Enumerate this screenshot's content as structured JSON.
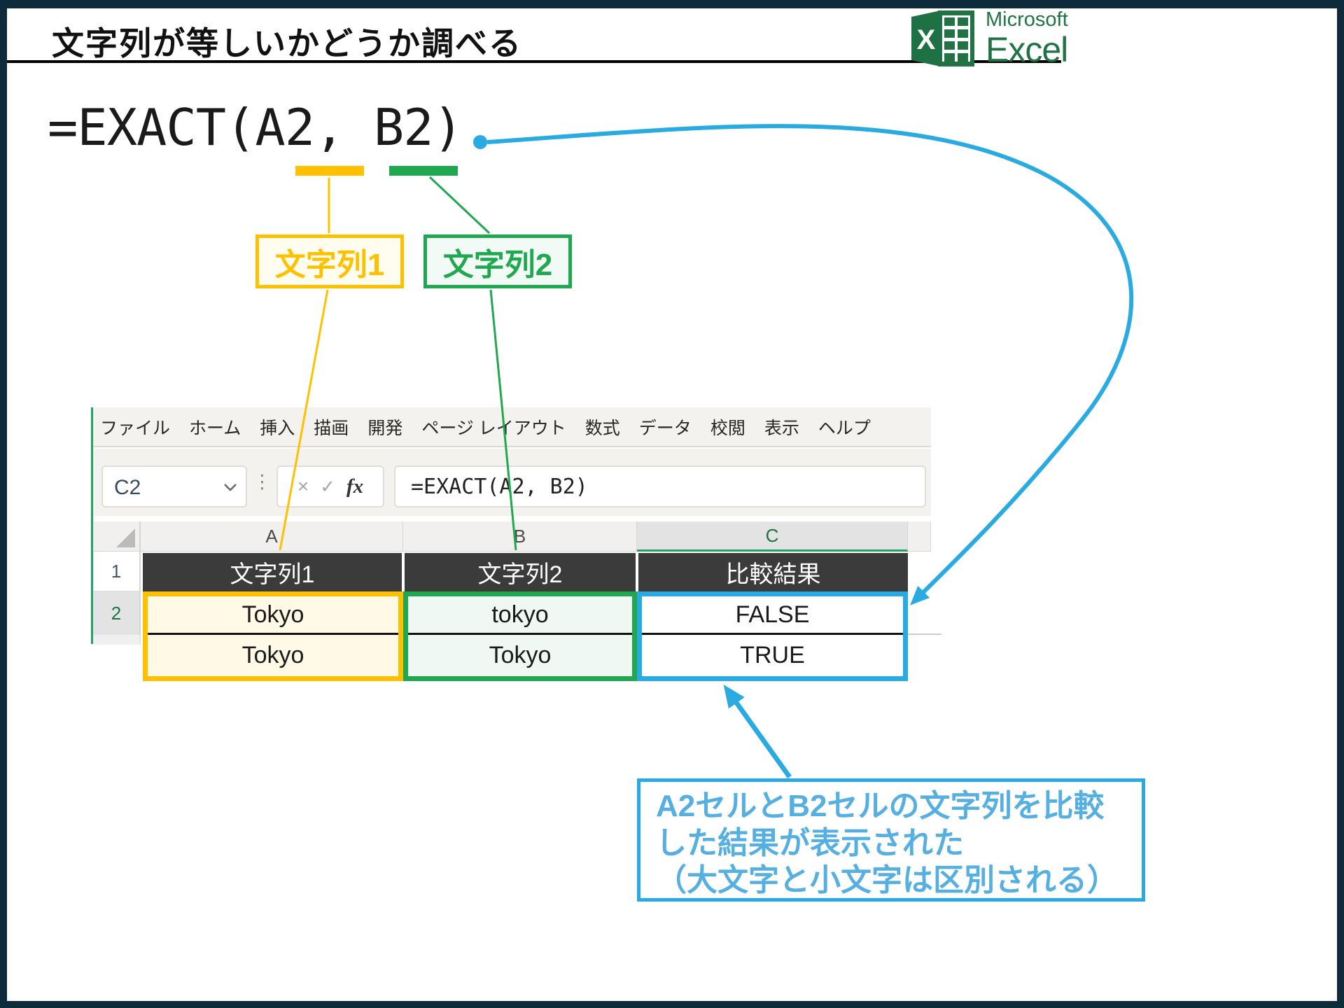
{
  "frame": {
    "title": "文字列が等しいかどうか調べる"
  },
  "logo": {
    "brand": "Microsoft",
    "product": "Excel",
    "icon_letter": "X"
  },
  "formula": {
    "text": "=EXACT(A2, B2)",
    "arg1_label": "文字列1",
    "arg2_label": "文字列2"
  },
  "window": {
    "menu": [
      "ファイル",
      "ホーム",
      "挿入",
      "描画",
      "開発",
      "ページ レイアウト",
      "数式",
      "データ",
      "校閲",
      "表示",
      "ヘルプ"
    ],
    "name_box": {
      "value": "C2"
    },
    "formula_bar": {
      "cancel": "×",
      "enter": "✓",
      "fx": "fx",
      "value": "=EXACT(A2, B2)"
    },
    "col_headers": [
      "A",
      "B",
      "C"
    ],
    "selected_column": "C",
    "row_headers": [
      "1",
      "2"
    ],
    "table": {
      "header": [
        "文字列1",
        "文字列2",
        "比較結果"
      ],
      "rows": [
        [
          "Tokyo",
          "tokyo",
          "FALSE"
        ],
        [
          "Tokyo",
          "Tokyo",
          "TRUE"
        ]
      ]
    }
  },
  "callout": {
    "line1": "A2セルとB2セルの文字列を比較",
    "line2": "した結果が表示された",
    "line3": "（大文字と小文字は区別される）"
  },
  "colors": {
    "frame_navy": "#0D2B3A",
    "excel_green": "#217346",
    "accent_yellow": "#FFC000",
    "accent_green": "#1FA84F",
    "accent_blue": "#29ABE2",
    "callout_text": "#55AFE1",
    "table_header_bg": "#3B3B3B"
  }
}
